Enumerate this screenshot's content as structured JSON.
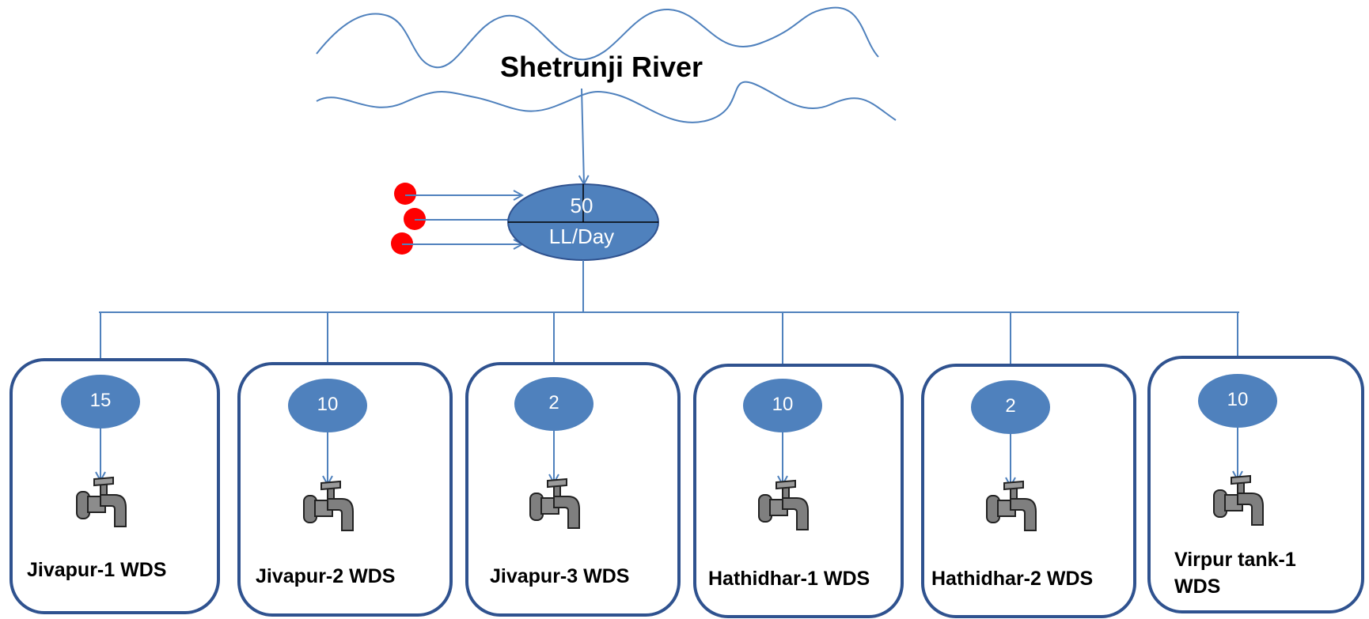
{
  "river": {
    "name": "Shetrunji River"
  },
  "reservoir": {
    "value": "50",
    "unit": "LL/Day"
  },
  "stations": [
    {
      "name": "Jivapur-1 WDS",
      "value": "15"
    },
    {
      "name": "Jivapur-2 WDS",
      "value": "10"
    },
    {
      "name": "Jivapur-3 WDS",
      "value": "2"
    },
    {
      "name": "Hathidhar-1 WDS",
      "value": "10"
    },
    {
      "name": "Hathidhar-2 WDS",
      "value": "2"
    },
    {
      "name": "Virpur tank-1 WDS",
      "value": "10"
    }
  ],
  "icons": {
    "inflow": "red-dot-icon",
    "tap": "tap-icon"
  },
  "colors": {
    "line": "#4f81bd",
    "fill": "#4f81bd",
    "border": "#2f528f",
    "inflow": "#ff0000",
    "tap": "#7f7f7f"
  }
}
